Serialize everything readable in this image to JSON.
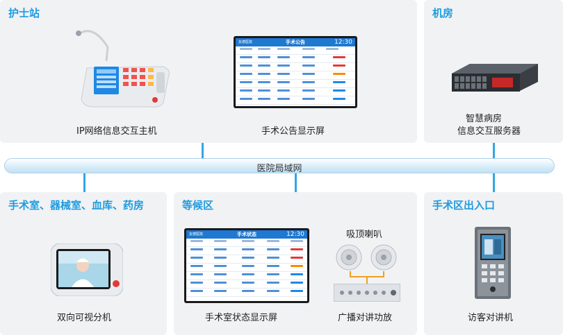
{
  "nurse_station": {
    "title": "护士站",
    "ip_host_caption": "IP网络信息交互主机",
    "surgery_notice_caption": "手术公告显示屏",
    "notice_screen": {
      "hospital": "友德医院",
      "heading": "手术公告",
      "clock": "12:30"
    }
  },
  "machine_room": {
    "title": "机房",
    "server_caption_line1": "智慧病房",
    "server_caption_line2": "信息交互服务器"
  },
  "lan": {
    "label": "医院局域网"
  },
  "operating_room": {
    "title": "手术室、器械室、血库、药房",
    "caption": "双向可视分机"
  },
  "waiting_area": {
    "title": "等候区",
    "status_caption": "手术室状态显示屏",
    "speaker_label": "吸顶喇叭",
    "amp_caption": "广播对讲功放",
    "status_screen": {
      "hospital": "友德医院",
      "heading": "手术状态",
      "clock": "12:30"
    }
  },
  "entrance": {
    "title": "手术区出入口",
    "caption": "访客对讲机"
  },
  "colors": {
    "accent": "#1e9be0",
    "connector": "#31a6e6",
    "panel": "#f1f2f4"
  }
}
